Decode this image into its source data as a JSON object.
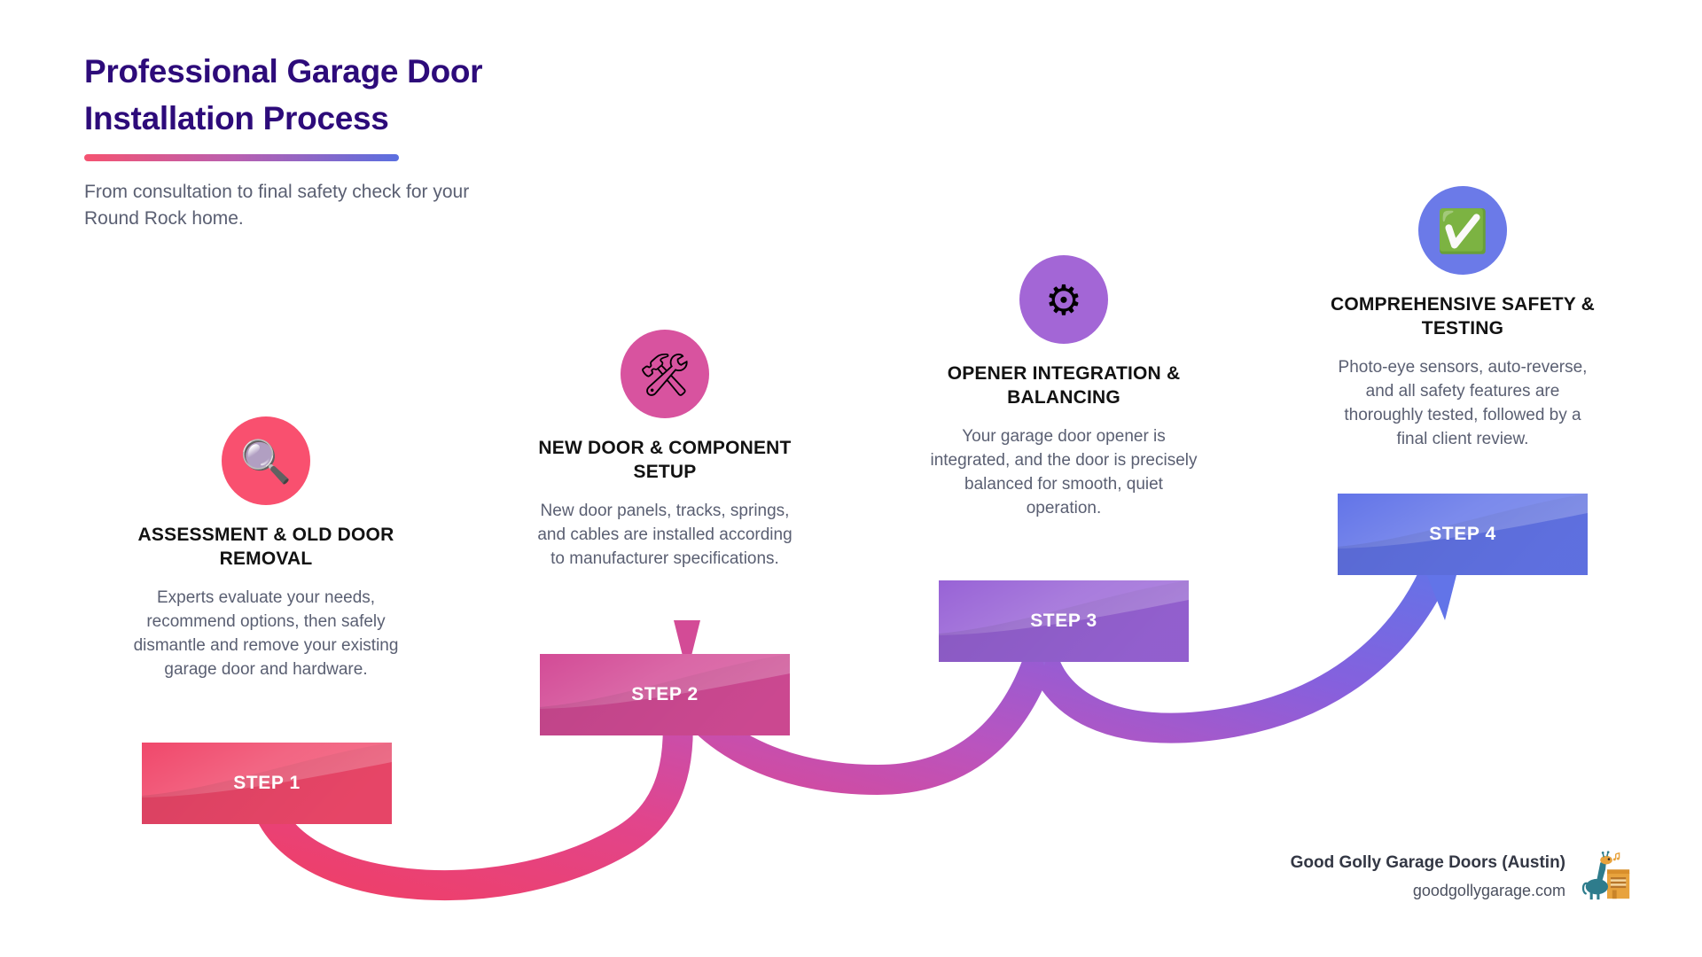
{
  "header": {
    "title_line1": "Professional Garage Door",
    "title_line2": "Installation Process",
    "subtitle": "From consultation to final safety check for your Round Rock home.",
    "title_color": "#2d0b7a",
    "divider_from": "#f55371",
    "divider_to": "#5a6fe0"
  },
  "steps": [
    {
      "banner_label": "STEP 1",
      "title": "ASSESSMENT & OLD DOOR REMOVAL",
      "description": "Experts evaluate your needs, recommend options, then safely dismantle and remove your existing garage door and hardware.",
      "icon": "magnifying-glass-icon",
      "icon_glyph": "🔍",
      "circle_color": "#f9506f",
      "banner_color": "#f0486b"
    },
    {
      "banner_label": "STEP 2",
      "title": "NEW DOOR & COMPONENT SETUP",
      "description": "New door panels, tracks, springs, and cables are installed according to manufacturer specifications.",
      "icon": "hammer-and-wrench-icon",
      "icon_glyph": "🛠",
      "circle_color": "#d8539f",
      "banner_color": "#d34b96"
    },
    {
      "banner_label": "STEP 3",
      "title": "OPENER INTEGRATION & BALANCING",
      "description": "Your garage door opener is integrated, and the door is precisely balanced for smooth, quiet operation.",
      "icon": "gear-icon",
      "icon_glyph": "⚙",
      "circle_color": "#a366d6",
      "banner_color": "#9863d6"
    },
    {
      "banner_label": "STEP 4",
      "title": "COMPREHENSIVE SAFETY & TESTING",
      "description": "Photo-eye sensors, auto-reverse, and all safety features are thoroughly tested, followed by a final client review.",
      "icon": "check-mark-button-icon",
      "icon_glyph": "✅",
      "circle_color": "#6b7ae8",
      "banner_color": "#6274e8"
    }
  ],
  "footer": {
    "brand_name": "Good Golly Garage Doors (Austin)",
    "brand_url": "goodgollygarage.com",
    "logo": "giraffe-garage-logo"
  }
}
